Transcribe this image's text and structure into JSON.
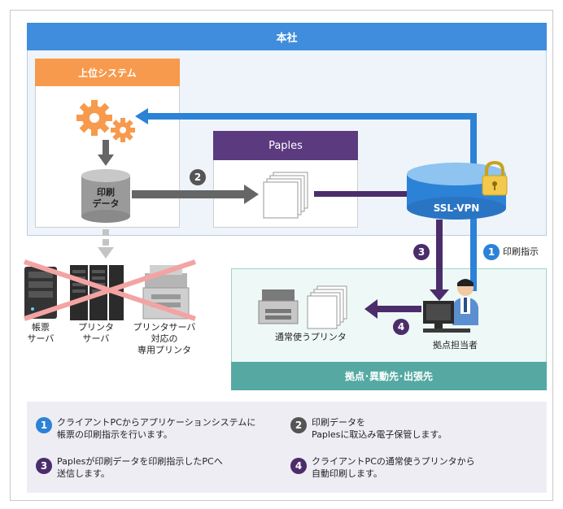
{
  "headquarters": {
    "title": "本社"
  },
  "upper_system": {
    "title": "上位システム"
  },
  "print_data_db": {
    "line1": "印刷",
    "line2": "データ"
  },
  "paples": {
    "title": "Paples"
  },
  "ssl_vpn": {
    "label": "SSL-VPN"
  },
  "branch": {
    "title": "拠点･異動先･出張先"
  },
  "steps_in_diagram": {
    "step1": {
      "number": "1",
      "label": "印刷指示"
    },
    "step2": {
      "number": "2"
    },
    "step3": {
      "number": "3"
    },
    "step4": {
      "number": "4"
    }
  },
  "legacy": {
    "form_server": {
      "line1": "帳票",
      "line2": "サーバ"
    },
    "printer_server": {
      "line1": "プリンタ",
      "line2": "サーバ"
    },
    "dedicated_printer": {
      "line1": "プリンタサーバ",
      "line2": "対応の",
      "line3": "専用プリンタ"
    }
  },
  "normal_printer": {
    "label": "通常使うプリンタ"
  },
  "branch_staff": {
    "label": "拠点担当者"
  },
  "legend": [
    {
      "number": "1",
      "text": "クライアントPCからアプリケーションシステムに\n帳票の印刷指示を行います。"
    },
    {
      "number": "2",
      "text": "印刷データを\nPaplesに取込み電子保管します。"
    },
    {
      "number": "3",
      "text": "Paplesが印刷データを印刷指示したPCへ\n送信します。"
    },
    {
      "number": "4",
      "text": "クライアントPCの通常使うプリンタから\n自動印刷します。"
    }
  ],
  "colors": {
    "hq_blue": "#3f8ddc",
    "upper_orange": "#f79a4d",
    "paples_purple": "#5b3a80",
    "branch_teal": "#55a9a2",
    "arrow_gray": "#666666",
    "arrow_blue": "#2c82d6",
    "arrow_purple": "#4b2d6b",
    "cross_red": "#f4a3a3"
  }
}
